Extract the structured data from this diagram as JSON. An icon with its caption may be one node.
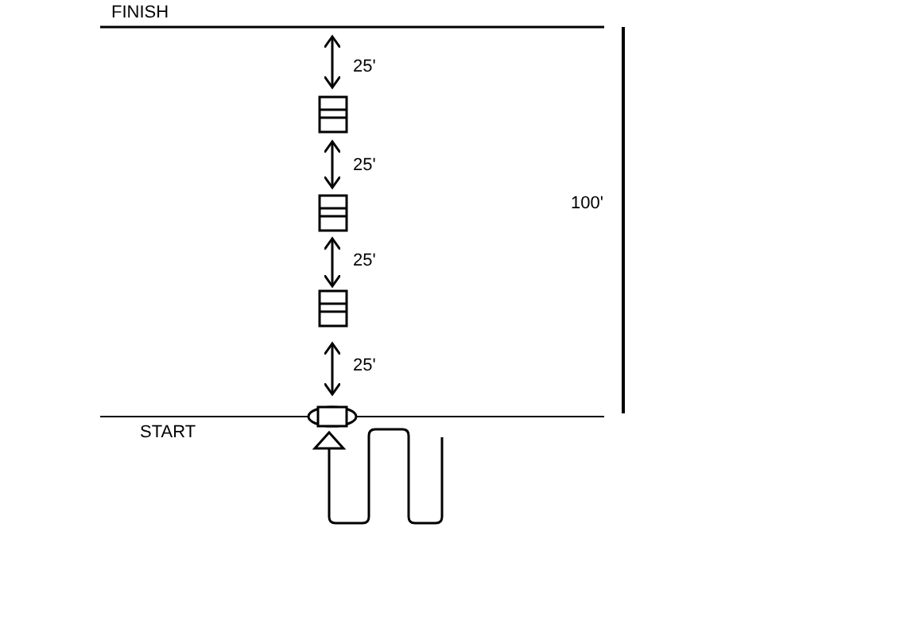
{
  "diagram": {
    "labels": [
      "FINISH",
      "25'",
      "25'",
      "100'",
      "25'",
      "25'",
      "START"
    ]
  }
}
